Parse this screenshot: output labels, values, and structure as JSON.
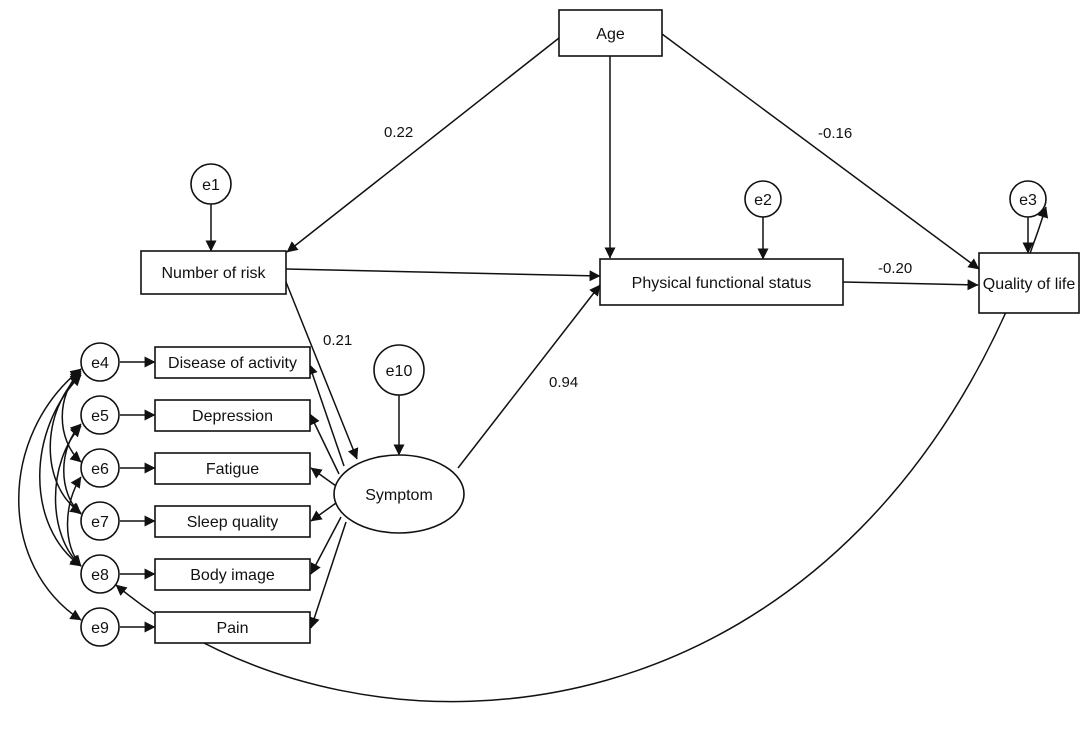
{
  "nodes": {
    "age": "Age",
    "number_of_risk": "Number of risk",
    "physical_functional_status": "Physical functional status",
    "quality_of_life": "Quality of life",
    "symptom": "Symptom",
    "disease_of_activity": "Disease of activity",
    "depression": "Depression",
    "fatigue": "Fatigue",
    "sleep_quality": "Sleep quality",
    "body_image": "Body image",
    "pain": "Pain"
  },
  "errors": {
    "e1": "e1",
    "e2": "e2",
    "e3": "e3",
    "e4": "e4",
    "e5": "e5",
    "e6": "e6",
    "e7": "e7",
    "e8": "e8",
    "e9": "e9",
    "e10": "e10"
  },
  "coefficients": {
    "age_to_risk": "0.22",
    "age_to_qol": "-0.16",
    "pfs_to_qol": "-0.20",
    "risk_to_symptom": "0.21",
    "symptom_to_pfs": "0.94"
  }
}
